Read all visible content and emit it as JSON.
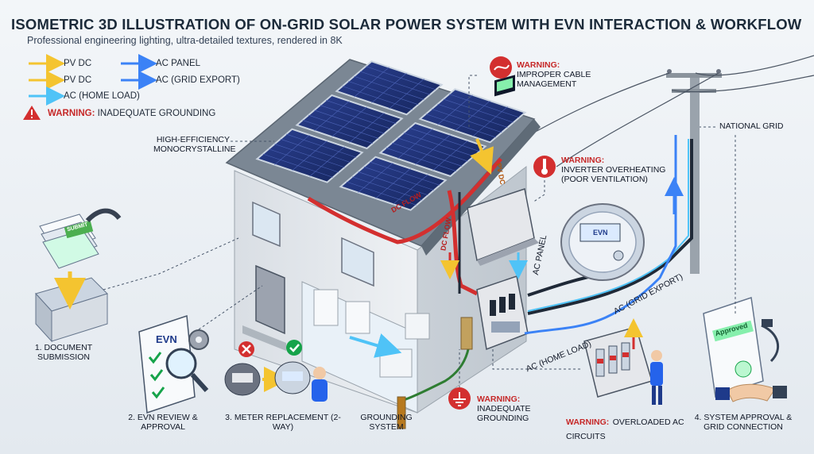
{
  "title": "ISOMETRIC 3D ILLUSTRATION OF ON-GRID SOLAR POWER SYSTEM WITH EVN INTERACTION & WORKFLOW",
  "subtitle": "Professional engineering lighting, ultra-detailed textures, rendered in 8K",
  "legend": {
    "items": [
      {
        "label": "PV DC",
        "color": "#f4c430"
      },
      {
        "label": "PV DC",
        "color": "#f4c430"
      },
      {
        "label": "AC (HOME LOAD)",
        "color": "#4fc3f7"
      },
      {
        "label": "AC PANEL",
        "color": "#3b82f6"
      },
      {
        "label": "AC (GRID EXPORT)",
        "color": "#3b82f6"
      }
    ],
    "warning_label": "WARNING:",
    "warning_text": "INADEQUATE GROUNDING"
  },
  "labels": {
    "panels": "HIGH-EFFICIENCY MONOCRYSTALLINE",
    "grid": "NATIONAL GRID",
    "dc_flow_roof": "DC FLOW",
    "dc_flow_wall": "DC FLOW",
    "pv_dc": "PV DC",
    "ac_panel": "AC PANEL",
    "ac_grid_export": "AC (GRID EXPORT)",
    "ac_home_load": "AC (HOME LOAD)",
    "grounding": "GROUNDING SYSTEM",
    "meter_brand": "EVN",
    "doc_stamp": "SUBMIT",
    "approved_stamp": "Approved",
    "evn_doc": "EVN"
  },
  "warnings": [
    {
      "title": "WARNING:",
      "text": "IMPROPER CABLE MANAGEMENT"
    },
    {
      "title": "WARNING:",
      "text": "INVERTER OVERHEATING (POOR VENTILATION)"
    },
    {
      "title": "WARNING:",
      "text": "INADEQUATE GROUNDING"
    },
    {
      "title": "WARNING:",
      "text": "OVERLOADED AC CIRCUITS"
    }
  ],
  "steps": [
    {
      "label": "1. DOCUMENT SUBMISSION"
    },
    {
      "label": "2. EVN REVIEW & APPROVAL"
    },
    {
      "label": "3. METER REPLACEMENT (2-WAY)"
    },
    {
      "label": "4. SYSTEM APPROVAL & GRID CONNECTION"
    }
  ],
  "colors": {
    "dc": "#f4c430",
    "ac_home": "#4fc3f7",
    "ac_grid": "#3b82f6",
    "warning": "#d32f2f",
    "cable_red": "#d32f2f",
    "ground": "#2e7d32"
  }
}
